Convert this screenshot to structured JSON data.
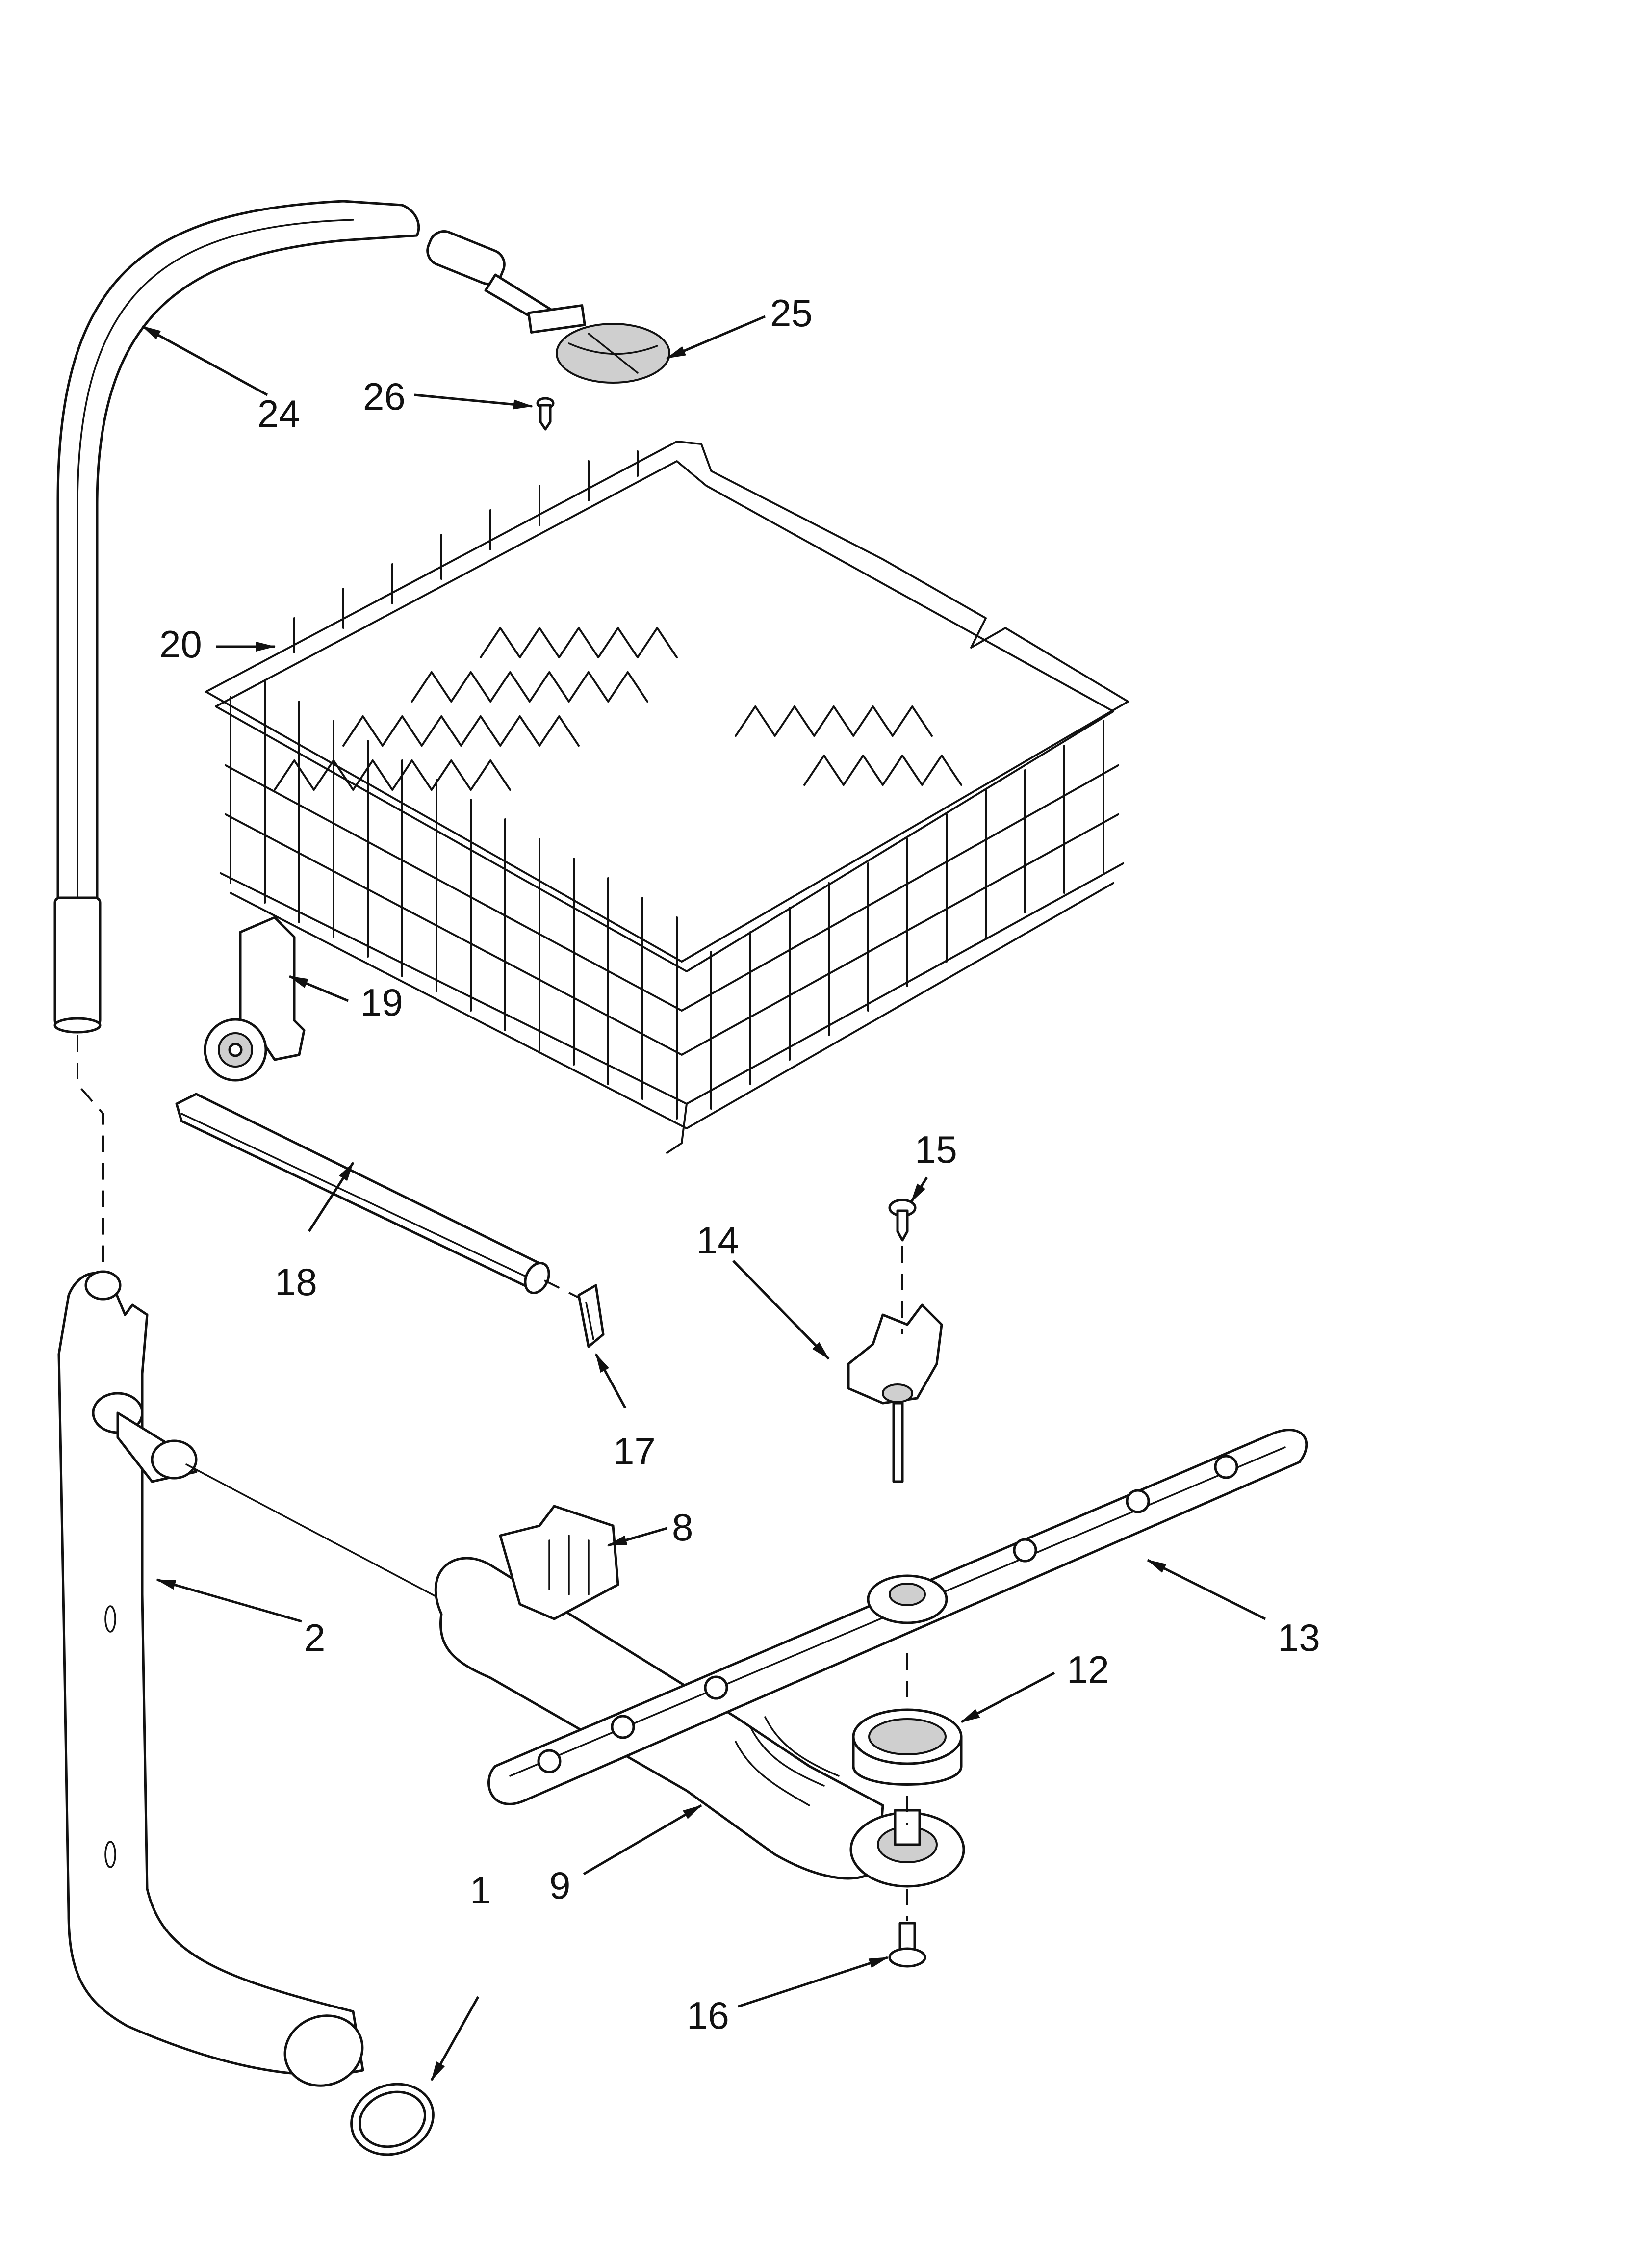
{
  "parts": [
    {
      "number": "1"
    },
    {
      "number": "2"
    },
    {
      "number": "8"
    },
    {
      "number": "9"
    },
    {
      "number": "12"
    },
    {
      "number": "13"
    },
    {
      "number": "14"
    },
    {
      "number": "15"
    },
    {
      "number": "16"
    },
    {
      "number": "17"
    },
    {
      "number": "18"
    },
    {
      "number": "19"
    },
    {
      "number": "20"
    },
    {
      "number": "24"
    },
    {
      "number": "25"
    },
    {
      "number": "26"
    }
  ],
  "colors": {
    "ink": "#111111",
    "paper": "#ffffff",
    "shade": "#cfcfcf"
  }
}
